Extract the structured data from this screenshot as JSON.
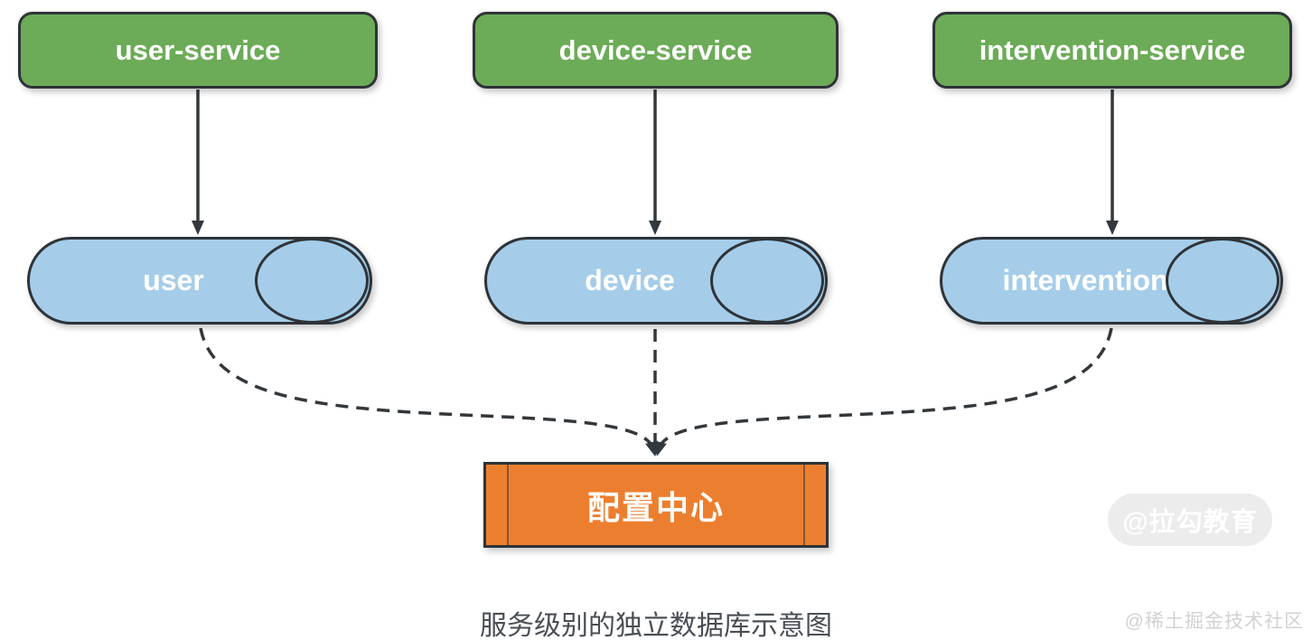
{
  "diagram": {
    "services": [
      {
        "id": "user-service",
        "label": "user-service"
      },
      {
        "id": "device-service",
        "label": "device-service"
      },
      {
        "id": "intervention-service",
        "label": "intervention-service"
      }
    ],
    "databases": [
      {
        "id": "user",
        "label": "user"
      },
      {
        "id": "device",
        "label": "device"
      },
      {
        "id": "intervention",
        "label": "intervention"
      }
    ],
    "config_center": {
      "label": "配置中心"
    },
    "edges": [
      {
        "from": "user-service",
        "to": "user",
        "style": "solid"
      },
      {
        "from": "device-service",
        "to": "device",
        "style": "solid"
      },
      {
        "from": "intervention-service",
        "to": "intervention",
        "style": "solid"
      },
      {
        "from": "user",
        "to": "config-center",
        "style": "dashed"
      },
      {
        "from": "device",
        "to": "config-center",
        "style": "dashed"
      },
      {
        "from": "intervention",
        "to": "config-center",
        "style": "dashed"
      }
    ],
    "colors": {
      "service_fill": "#6cab57",
      "database_fill": "#a5cde9",
      "config_fill": "#ec7f2f",
      "shape_outline": "#2e3338",
      "arrow": "#33383c",
      "caption_text": "#4a4f55",
      "watermark_badge_bg": "#ececec",
      "watermark_badge_text": "#ffffff",
      "footer_watermark_text": "#d2d2d2"
    }
  },
  "caption": {
    "text": "服务级别的独立数据库示意图"
  },
  "watermarks": {
    "badge_label": "@拉勾教育",
    "footer_label": "@稀土掘金技术社区"
  }
}
